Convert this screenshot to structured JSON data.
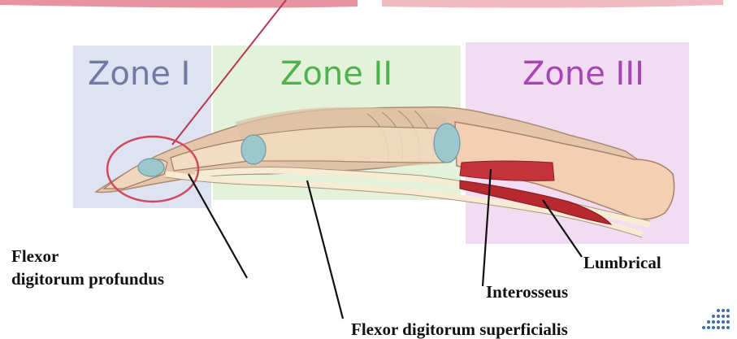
{
  "zones": [
    {
      "label": "Zone I",
      "color": "#6f7ba4",
      "panel": "#dfe2f0"
    },
    {
      "label": "Zone II",
      "color": "#4fb24f",
      "panel": "#e3f2d9"
    },
    {
      "label": "Zone III",
      "color": "#a646b4",
      "panel": "#f2dcf1"
    }
  ],
  "labels": {
    "fdp_line1": "Flexor",
    "fdp_line2": "digitorum profundus",
    "fds": "Flexor digitorum superficialis",
    "lumbrical": "Lumbrical",
    "interosseus": "Interosseus"
  },
  "colors": {
    "title_line": "#b33a4f",
    "circle": "#cf4a5c",
    "skin": "#e6c6aa",
    "bone": "#f3cfb3",
    "tendon": "#f5ecd3",
    "muscle": "#c4323a",
    "sheath": "#9cc7cc"
  }
}
